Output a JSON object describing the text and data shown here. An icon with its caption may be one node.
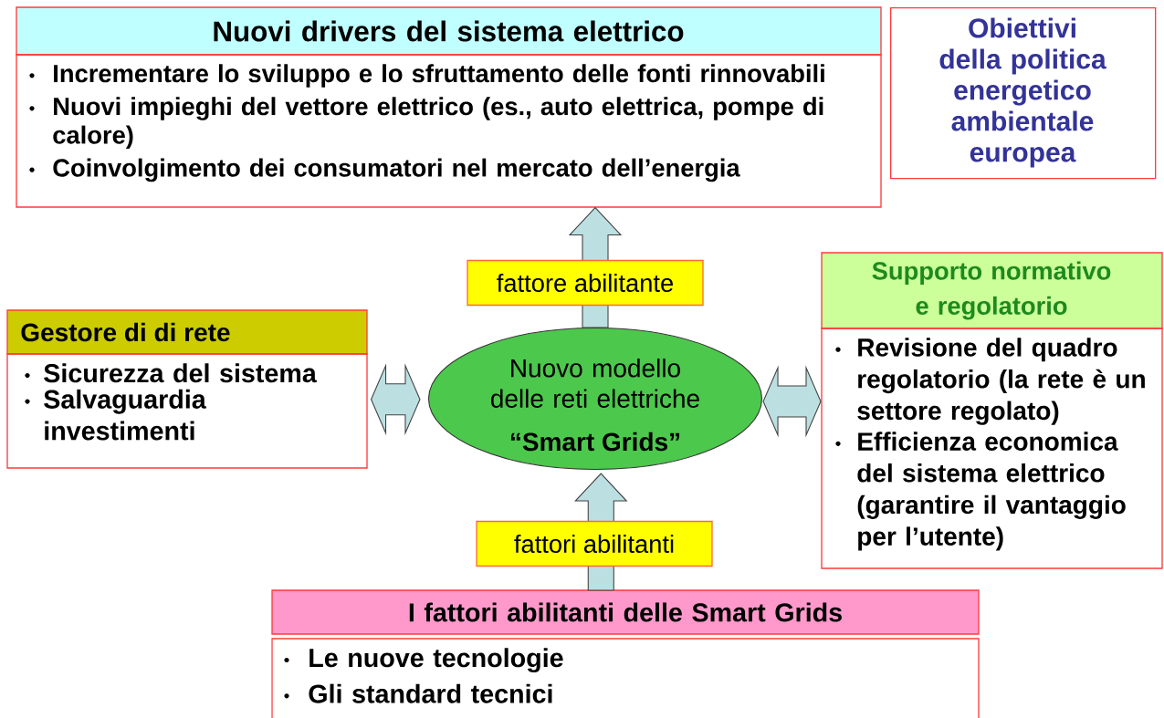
{
  "diagram": {
    "nodes": [
      {
        "text": [
          "Nuovi drivers del sistema elettrico",
          "Incrementare lo sviluppo e lo sfruttamento delle fonti rinnovabili",
          "Nuovi impieghi del vettore elettrico (es., auto elettrica, pompe di calore)",
          "Coinvolgimento dei consumatori nel mercato dell’energia"
        ]
      },
      {
        "text": [
          "Obiettivi della politica energetico ambientale europea"
        ]
      },
      {
        "text": [
          "Gestore di di rete",
          "Sicurezza del sistema",
          "Salvaguardia investimenti"
        ]
      },
      {
        "text": [
          "Nuovo modello delle reti elettriche",
          "“Smart Grids”"
        ]
      },
      {
        "text": [
          "Supporto normativo e regolatorio",
          "Revisione del quadro regolatorio (la rete è un settore regolato)",
          "Efficienza economica del sistema elettrico (garantire il vantaggio per l’utente)"
        ]
      },
      {
        "text": [
          "I fattori abilitanti delle Smart Grids",
          "Le nuove tecnologie",
          "Gli standard tecnici"
        ]
      }
    ],
    "edges": [
      {
        "from": 3,
        "to": 0,
        "arrow": "to",
        "label": "fattore abilitante"
      },
      {
        "from": 5,
        "to": 3,
        "arrow": "to",
        "label": "fattori abilitanti"
      },
      {
        "from": 2,
        "to": 3,
        "arrow": "both"
      },
      {
        "from": 3,
        "to": 4,
        "arrow": "both"
      }
    ]
  }
}
